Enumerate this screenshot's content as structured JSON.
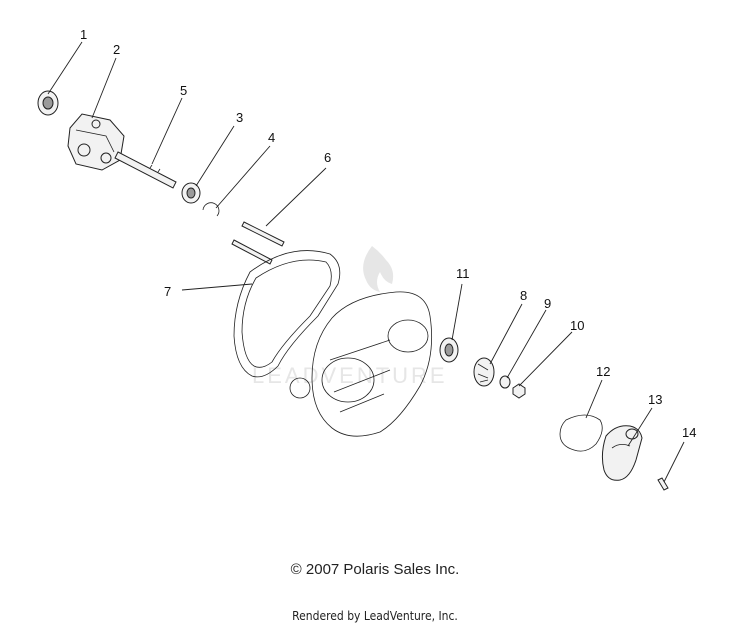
{
  "callouts": [
    "1",
    "2",
    "3",
    "4",
    "5",
    "6",
    "7",
    "8",
    "9",
    "10",
    "11",
    "12",
    "13",
    "14"
  ],
  "watermark_text": "LEADVENTURE",
  "footer": {
    "copyright": "© 2007 Polaris Sales Inc.",
    "rendered_by": "Rendered by LeadVenture, Inc."
  },
  "colors": {
    "ink": "#222222",
    "watermark": "#e6e6e6"
  }
}
